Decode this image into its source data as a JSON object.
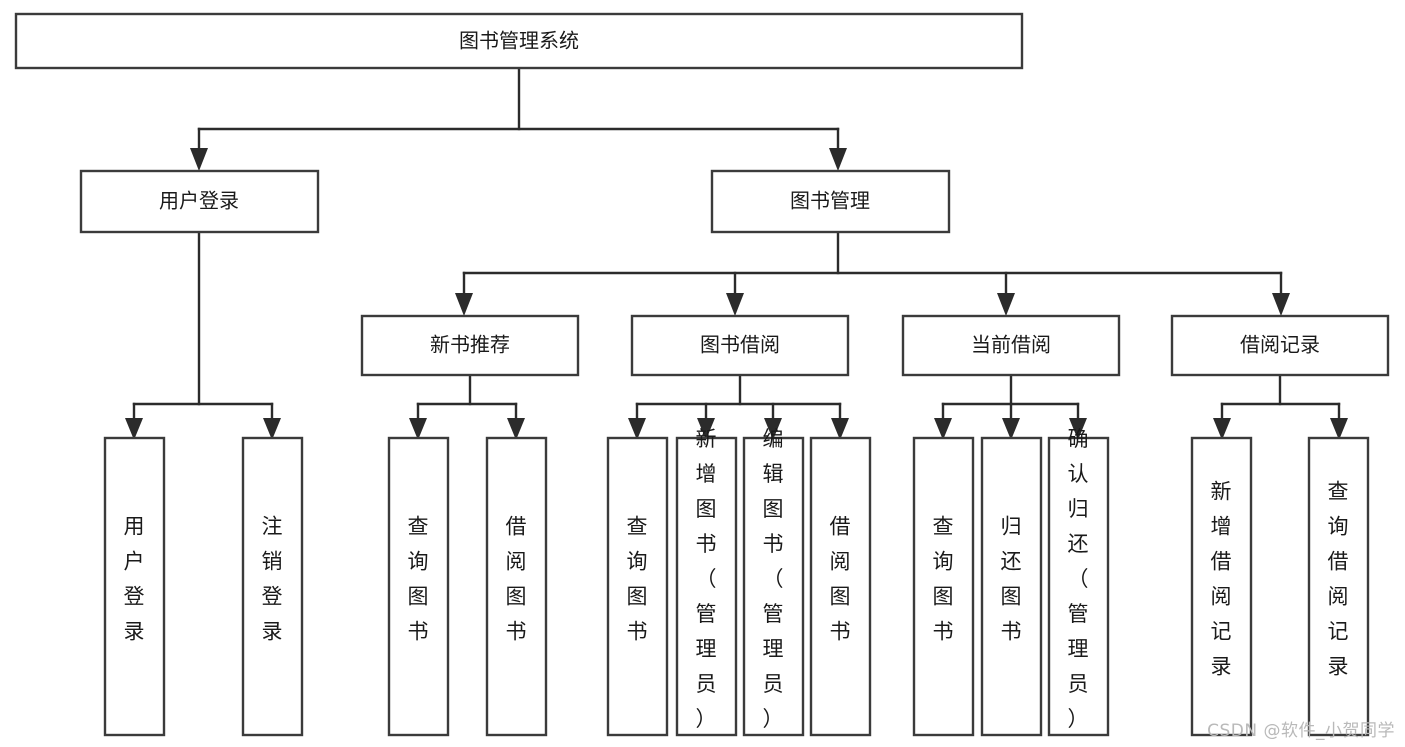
{
  "diagram": {
    "type": "tree-hierarchy",
    "title": "图书管理系统",
    "watermark": "CSDN @软件_小贺同学",
    "colors": {
      "box_stroke": "#3b3b3b",
      "box_fill": "#ffffff",
      "connector": "#2b2b2b",
      "text": "#1a1a1a",
      "watermark": "#b9b9b9",
      "background": "#ffffff"
    },
    "root": {
      "id": "root",
      "label": "图书管理系统"
    },
    "level2": [
      {
        "id": "user-login",
        "label": "用户登录"
      },
      {
        "id": "book-management",
        "label": "图书管理"
      }
    ],
    "level3": [
      {
        "id": "new-book-recommend",
        "label": "新书推荐",
        "parent": "book-management"
      },
      {
        "id": "book-borrow",
        "label": "图书借阅",
        "parent": "book-management"
      },
      {
        "id": "current-borrow",
        "label": "当前借阅",
        "parent": "book-management"
      },
      {
        "id": "borrow-record",
        "label": "借阅记录",
        "parent": "book-management"
      }
    ],
    "leaves": [
      {
        "id": "leaf-user-login",
        "label": "用户登录",
        "parent": "user-login"
      },
      {
        "id": "leaf-user-logout",
        "label": "注销登录",
        "parent": "user-login"
      },
      {
        "id": "leaf-query-book-1",
        "label": "查询图书",
        "parent": "new-book-recommend"
      },
      {
        "id": "leaf-borrow-book-1",
        "label": "借阅图书",
        "parent": "new-book-recommend"
      },
      {
        "id": "leaf-query-book-2",
        "label": "查询图书",
        "parent": "book-borrow"
      },
      {
        "id": "leaf-add-book",
        "label": "新增图书（管理员）",
        "parent": "book-borrow"
      },
      {
        "id": "leaf-edit-book",
        "label": "编辑图书（管理员）",
        "parent": "book-borrow"
      },
      {
        "id": "leaf-borrow-book-2",
        "label": "借阅图书",
        "parent": "book-borrow"
      },
      {
        "id": "leaf-query-book-3",
        "label": "查询图书",
        "parent": "current-borrow"
      },
      {
        "id": "leaf-return-book",
        "label": "归还图书",
        "parent": "current-borrow"
      },
      {
        "id": "leaf-confirm-return",
        "label": "确认归还（管理员）",
        "parent": "current-borrow"
      },
      {
        "id": "leaf-add-record",
        "label": "新增借阅记录",
        "parent": "borrow-record"
      },
      {
        "id": "leaf-query-record",
        "label": "查询借阅记录",
        "parent": "borrow-record"
      }
    ]
  }
}
